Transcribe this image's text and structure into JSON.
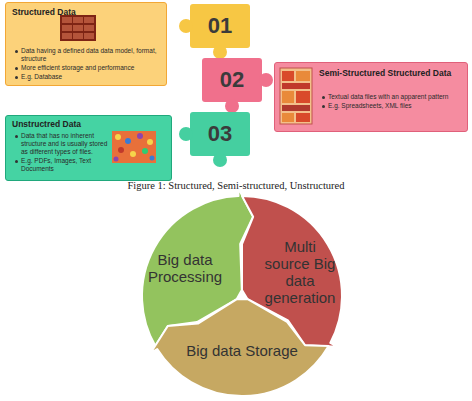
{
  "diagram": {
    "caption": "Figure 1: Structured, Semi-structured, Unstructured",
    "nodes": [
      {
        "text": [
          "Structured Data",
          "Data having a defined data data model, format, structure",
          "More efficient storage and performance",
          "E.g. Database"
        ]
      },
      {
        "text": [
          "01"
        ]
      },
      {
        "text": [
          "02"
        ]
      },
      {
        "text": [
          "03"
        ]
      },
      {
        "text": [
          "Semi-Structured Structured Data",
          "Textual data files with an apparent pattern",
          "E.g. Spreadsheets, XML files"
        ]
      },
      {
        "text": [
          "Unstructred Data",
          "Data that has no inherent structure and is usually stored as different types of files.",
          "E.g. PDFs, Images, Text Documents"
        ]
      },
      {
        "text": [
          "Big data Processing"
        ]
      },
      {
        "text": [
          "Multi source Big data generation"
        ]
      },
      {
        "text": [
          "Big data Storage"
        ]
      }
    ]
  }
}
